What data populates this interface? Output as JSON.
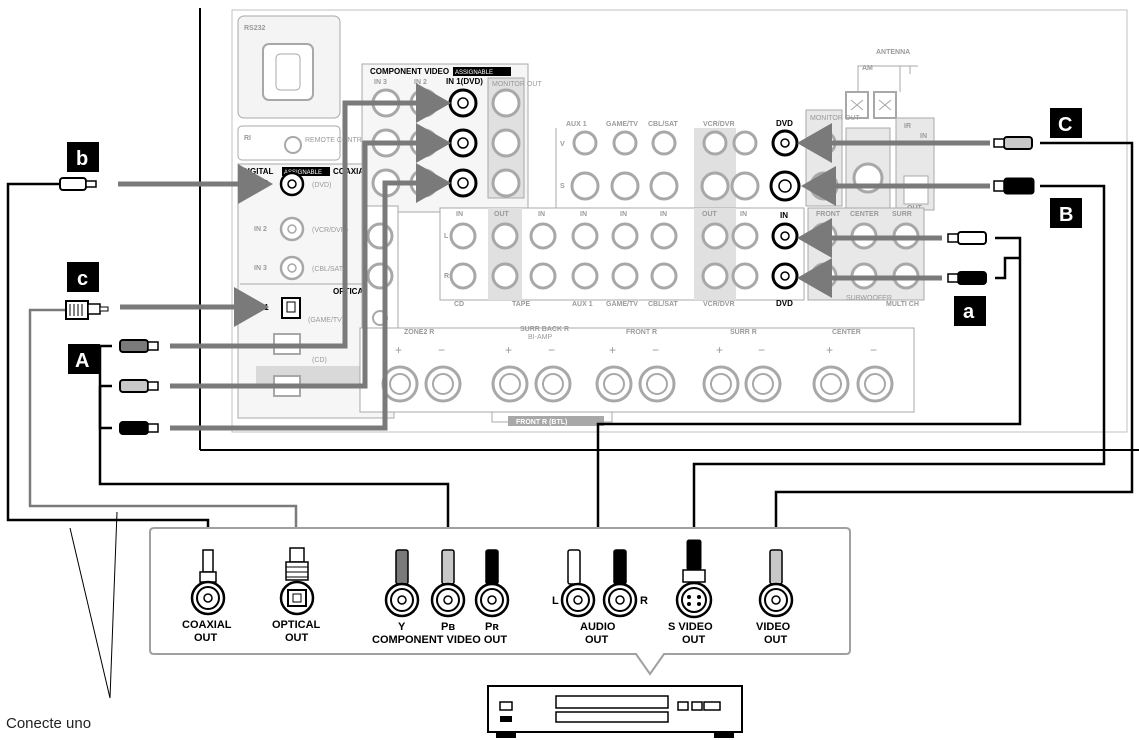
{
  "colors": {
    "panel_line": "#a8a8a8",
    "panel_fill": "#f2f2f2",
    "jack_light": "#c8c8c8",
    "cable_gray": "#7a7a7a",
    "black": "#000000",
    "white": "#ffffff"
  },
  "receiver": {
    "rs232": "RS232",
    "ri": "RI",
    "remote_control": "REMOTE CONTROL",
    "digital": "DIGITAL",
    "assignable": "ASSIGNABLE",
    "coaxial": "COAXIAL",
    "in1": "IN 1",
    "in2": "IN 2",
    "in3": "IN 3",
    "dvd_paren": "(DVD)",
    "vcrdvr_paren": "(VCR/DVR)",
    "cblsat_paren": "(CBL/SAT)",
    "optical": "OPTICAL",
    "gametv_paren": "(GAME/TV)",
    "cd_paren": "(CD)",
    "component_video": "COMPONENT VIDEO",
    "cv_in3": "IN 3",
    "cv_in2": "IN 2",
    "cv_in1": "IN 1(DVD)",
    "monitor_out": "MONITOR OUT",
    "antenna": "ANTENNA",
    "am": "AM",
    "aux1": "AUX 1",
    "gametv": "GAME/TV",
    "cblsat": "CBL/SAT",
    "vcrdvr": "VCR/DVR",
    "dvd": "DVD",
    "v": "V",
    "s": "S",
    "ir": "IR",
    "in": "IN",
    "out": "OUT",
    "l": "L",
    "r": "R",
    "cd": "CD",
    "tape": "TAPE",
    "front": "FRONT",
    "center": "CENTER",
    "surr": "SURR",
    "subwoofer": "SUBWOOFER",
    "multich": "MULTI CH",
    "zone2r": "ZONE2 R",
    "surrbackr": "SURR BACK R",
    "biamp": "BI-AMP",
    "frontr": "FRONT R",
    "surrr": "SURR R",
    "center_sp": "CENTER",
    "frontr_btl": "FRONT R (BTL)",
    "plus": "+",
    "minus": "−"
  },
  "tags": {
    "A": "A",
    "B": "B",
    "C": "C",
    "a": "a",
    "b": "b",
    "c": "c"
  },
  "dvd_player": {
    "coaxial_out_1": "COAXIAL",
    "coaxial_out_2": "OUT",
    "optical_out_1": "OPTICAL",
    "optical_out_2": "OUT",
    "y": "Y",
    "pb": "Pʙ",
    "pr": "Pʀ",
    "component_video_out": "COMPONENT VIDEO OUT",
    "l": "L",
    "r": "R",
    "audio_out_1": "AUDIO",
    "audio_out_2": "OUT",
    "svideo_out_1": "S VIDEO",
    "svideo_out_2": "OUT",
    "video_out_1": "VIDEO",
    "video_out_2": "OUT"
  },
  "footer": {
    "connect_one": "Conecte uno"
  }
}
